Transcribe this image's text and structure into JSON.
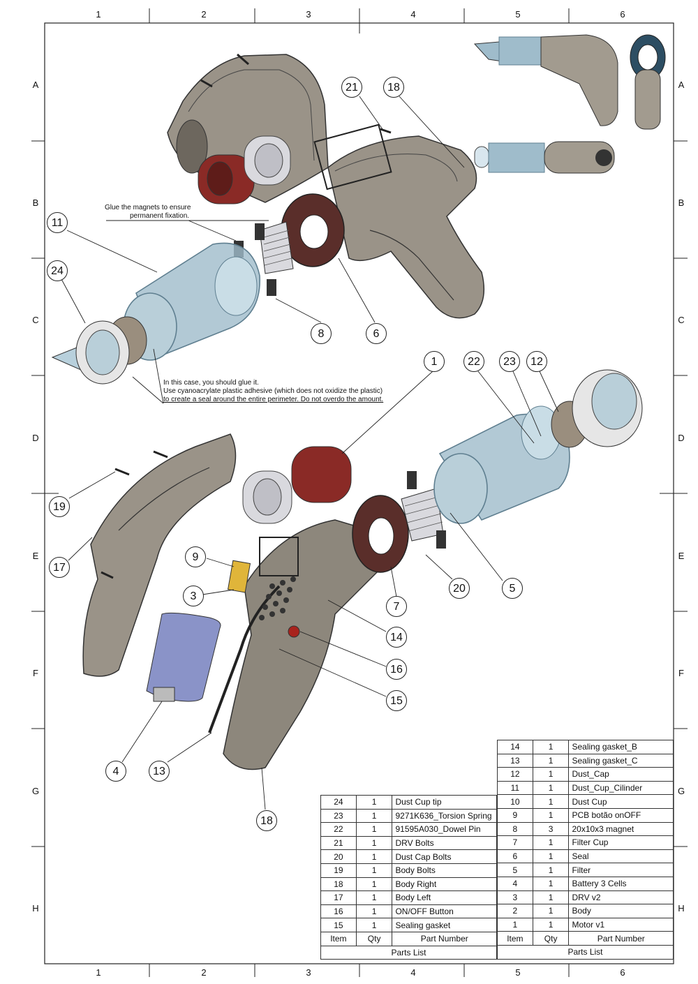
{
  "zones": {
    "columns": [
      "1",
      "2",
      "3",
      "4",
      "5",
      "6"
    ],
    "rows": [
      "A",
      "B",
      "C",
      "D",
      "E",
      "F",
      "G",
      "H"
    ]
  },
  "notes": {
    "magnets": [
      "Glue the magnets to ensure",
      "permanent fixation."
    ],
    "glue": [
      "In this case, you should glue it.",
      "Use cyanoacrylate plastic adhesive (which does not oxidize the plastic)",
      "to create a seal around the entire perimeter. Do not overdo the amount."
    ]
  },
  "balloons": [
    {
      "label": "21"
    },
    {
      "label": "18"
    },
    {
      "label": "11"
    },
    {
      "label": "24"
    },
    {
      "label": "8"
    },
    {
      "label": "6"
    },
    {
      "label": "1"
    },
    {
      "label": "22"
    },
    {
      "label": "23"
    },
    {
      "label": "12"
    },
    {
      "label": "19"
    },
    {
      "label": "17"
    },
    {
      "label": "9"
    },
    {
      "label": "3"
    },
    {
      "label": "20"
    },
    {
      "label": "5"
    },
    {
      "label": "7"
    },
    {
      "label": "14"
    },
    {
      "label": "16"
    },
    {
      "label": "15"
    },
    {
      "label": "4"
    },
    {
      "label": "13"
    },
    {
      "label": "18"
    }
  ],
  "parts_list_left": {
    "rows": [
      {
        "item": "24",
        "qty": "1",
        "part": "Dust Cup tip"
      },
      {
        "item": "23",
        "qty": "1",
        "part": "9271K636_Torsion Spring"
      },
      {
        "item": "22",
        "qty": "1",
        "part": "91595A030_Dowel Pin"
      },
      {
        "item": "21",
        "qty": "1",
        "part": "DRV Bolts"
      },
      {
        "item": "20",
        "qty": "1",
        "part": "Dust Cap Bolts"
      },
      {
        "item": "19",
        "qty": "1",
        "part": "Body Bolts"
      },
      {
        "item": "18",
        "qty": "1",
        "part": "Body Right"
      },
      {
        "item": "17",
        "qty": "1",
        "part": "Body Left"
      },
      {
        "item": "16",
        "qty": "1",
        "part": "ON/OFF Button"
      },
      {
        "item": "15",
        "qty": "1",
        "part": "Sealing gasket"
      }
    ],
    "header": {
      "item": "Item",
      "qty": "Qty",
      "part": "Part Number"
    },
    "caption": "Parts List"
  },
  "parts_list_right": {
    "rows": [
      {
        "item": "14",
        "qty": "1",
        "part": "Sealing gasket_B"
      },
      {
        "item": "13",
        "qty": "1",
        "part": "Sealing gasket_C"
      },
      {
        "item": "12",
        "qty": "1",
        "part": "Dust_Cap"
      },
      {
        "item": "11",
        "qty": "1",
        "part": "Dust_Cup_Cilinder"
      },
      {
        "item": "10",
        "qty": "1",
        "part": "Dust Cup"
      },
      {
        "item": "9",
        "qty": "1",
        "part": "PCB botão onOFF"
      },
      {
        "item": "8",
        "qty": "3",
        "part": "20x10x3 magnet"
      },
      {
        "item": "7",
        "qty": "1",
        "part": "Filter Cup"
      },
      {
        "item": "6",
        "qty": "1",
        "part": "Seal"
      },
      {
        "item": "5",
        "qty": "1",
        "part": "Filter"
      },
      {
        "item": "4",
        "qty": "1",
        "part": "Battery 3 Cells"
      },
      {
        "item": "3",
        "qty": "1",
        "part": "DRV v2"
      },
      {
        "item": "2",
        "qty": "1",
        "part": "Body"
      },
      {
        "item": "1",
        "qty": "1",
        "part": "Motor v1"
      }
    ],
    "header": {
      "item": "Item",
      "qty": "Qty",
      "part": "Part Number"
    },
    "caption": "Parts List"
  },
  "colors": {
    "body": "#9a9388",
    "body_dark": "#6d675e",
    "cup": "#9fbccb",
    "cup_edge": "#5f7f90",
    "motor_red": "#8a2a26",
    "seal": "#5a2e2a",
    "battery": "#8a93c8",
    "filter": "#d9d9de",
    "gasket": "#333333",
    "pcb": "#e0b53a"
  }
}
